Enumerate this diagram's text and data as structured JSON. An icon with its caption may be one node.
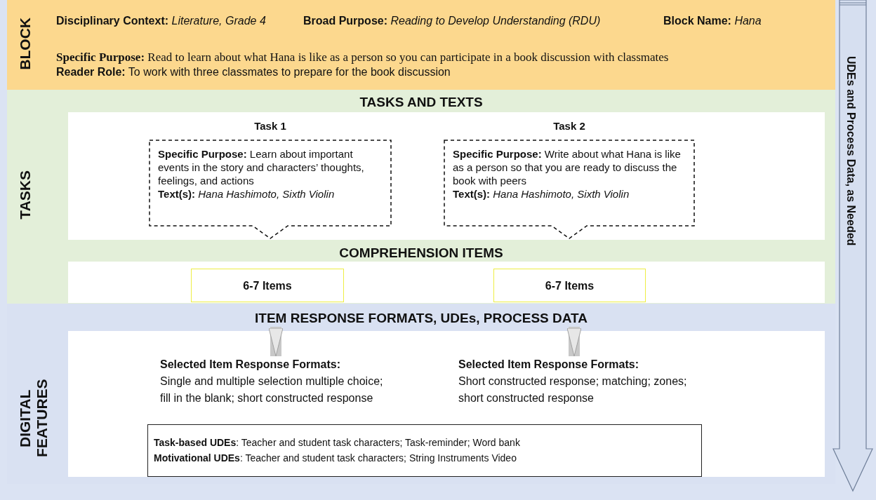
{
  "diagram": {
    "nodes": [
      {
        "text": [
          "BLOCK",
          "**Disciplinary Context:** *Literature, Grade 4*",
          "**Broad Purpose:** *Reading to Develop Understanding (RDU)*",
          "**Block Name:** *Hana*",
          "**Specific Purpose:** Read to learn about what Hana is like as a person so you can participate in a book discussion with classmates",
          "**Reader Role:** To work with three classmates to prepare for the book discussion"
        ]
      },
      {
        "text": [
          "TASKS",
          "TASKS AND TEXTS",
          "COMPREHENSION ITEMS"
        ]
      },
      {
        "text": [
          "Task 1",
          "**Specific Purpose:** Learn about important events in the story and characters’ thoughts, feelings, and actions",
          "**Text(s):** *Hana Hashimoto, Sixth Violin*"
        ],
        "in": 1
      },
      {
        "text": [
          "Task 2",
          "**Specific Purpose:** Write about what Hana is like as a person so that you are ready to discuss the book with peers",
          "**Text(s):** *Hana Hashimoto, Sixth Violin*"
        ],
        "in": 1
      },
      {
        "text": [
          "6-7 Items"
        ],
        "in": 1
      },
      {
        "text": [
          "6-7 Items"
        ],
        "in": 1
      },
      {
        "text": [
          "DIGITAL FEATURES",
          "ITEM RESPONSE FORMATS, UDEs, PROCESS DATA"
        ]
      },
      {
        "text": [
          "Selected Item Response Formats:",
          "Single and multiple selection multiple choice; fill in the blank; short constructed response"
        ],
        "in": 6
      },
      {
        "text": [
          "Selected Item Response Formats:",
          "Short constructed response; matching; zones; short constructed response"
        ],
        "in": 6
      },
      {
        "text": [
          "**Task-based UDEs**: Teacher and student task characters; Task-reminder; Word bank",
          "**Motivational UDEs**: Teacher and student task characters; String Instruments Video"
        ],
        "in": 6
      },
      {
        "text": [
          "UDEs and Process Data, as Needed"
        ]
      }
    ],
    "edges": [
      {
        "from": null,
        "to": 7,
        "arrow": "to"
      },
      {
        "from": null,
        "to": 8,
        "arrow": "to"
      }
    ]
  }
}
